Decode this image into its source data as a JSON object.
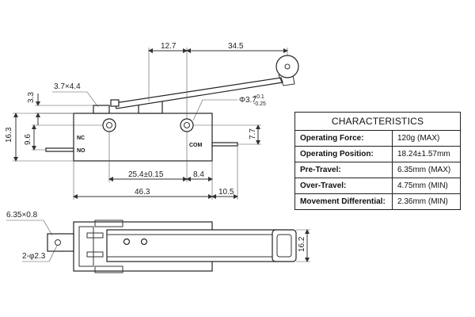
{
  "dimensions": {
    "d12_7": "12.7",
    "d34_5": "34.5",
    "d3_7x4_4": "3.7×4.4",
    "d3_3": "3.3",
    "roller_dia": "Φ3.7",
    "roller_tol_upper": "+0.1",
    "roller_tol_lower": "-0.25",
    "d16_3": "16.3",
    "d9_6": "9.6",
    "d7_7": "7.7",
    "d25_4": "25.4±0.15",
    "d8_4": "8.4",
    "d46_3": "46.3",
    "d10_5": "10.5",
    "d6_35x0_8": "6.35×0.8",
    "d2_phi2_3": "2-φ2.3",
    "d16_2": "16.2"
  },
  "terminals": {
    "nc": "NC",
    "no": "NO",
    "com": "COM"
  },
  "characteristics": {
    "title": "CHARACTERISTICS",
    "rows": [
      {
        "label": "Operating Force:",
        "value": "120g (MAX)"
      },
      {
        "label": "Operating Position:",
        "value": "18.24±1.57mm"
      },
      {
        "label": "Pre-Travel:",
        "value": "6.35mm (MAX)"
      },
      {
        "label": "Over-Travel:",
        "value": "4.75mm (MIN)"
      },
      {
        "label": "Movement Differential:",
        "value": "2.36mm (MIN)"
      }
    ]
  }
}
